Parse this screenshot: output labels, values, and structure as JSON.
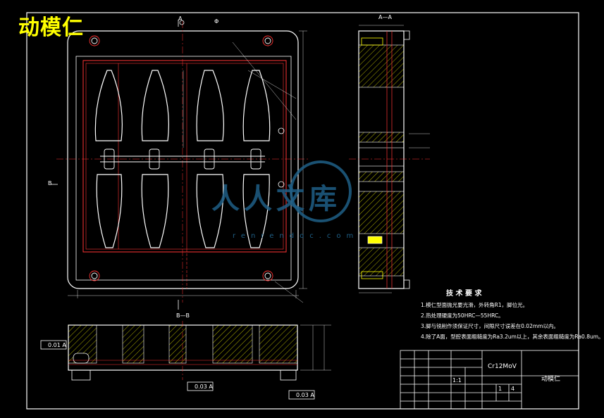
{
  "header": {
    "title": "动模仁"
  },
  "views": {
    "main_section_label": "A",
    "section_aa": "A—A",
    "section_bb": "B—B",
    "section_b_mark": "B",
    "symbol_phi": "Φ"
  },
  "technical_requirements": {
    "title": "技 术 要 求",
    "notes": [
      "1.模仁型面抛光要光滑，外转角R1，脚位光。",
      "2.热处理硬度为50HRC—55HRC。",
      "3.脚与铣削作须保证尺寸，间隙尺寸误差在0.02mm以内。",
      "4.除了A面，型腔表面粗糙度为Ra3.2um以上，其余表面粗糙度为Ra0.8um。"
    ]
  },
  "tolerances": {
    "flatness": "0.01 A",
    "parallel_1": "0.03 A",
    "parallel_2": "0.03 A"
  },
  "title_block": {
    "material": "Cr12MoV",
    "part_name": "动模仁",
    "scale": "1:1",
    "sheet": "1",
    "count": "4"
  },
  "watermark": {
    "brand": "人人文库",
    "url": "renrendoc.com"
  }
}
